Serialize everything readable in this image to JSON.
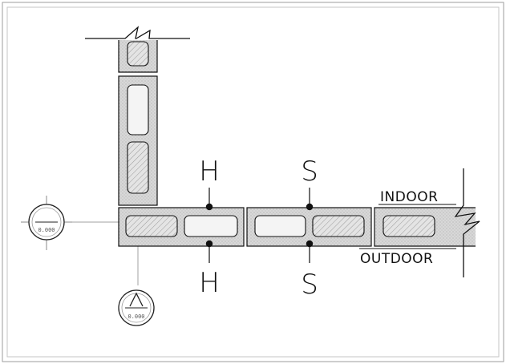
{
  "drawing": {
    "labels": {
      "indoor": "INDOOR",
      "outdoor": "OUTDOOR",
      "section_h_top": "H",
      "section_h_bottom": "H",
      "section_s_top": "S",
      "section_s_bottom": "S"
    },
    "grid_bubble_left": {
      "value": "0.000"
    },
    "grid_bubble_bottom": {
      "letter": "A",
      "value": "0.000"
    },
    "colors": {
      "line": "#1a1a1a",
      "masonry_fill": "#dcdcdc",
      "hatch": "#9a9a9a",
      "frame": "#bdbdbd",
      "background": "#ffffff"
    }
  }
}
